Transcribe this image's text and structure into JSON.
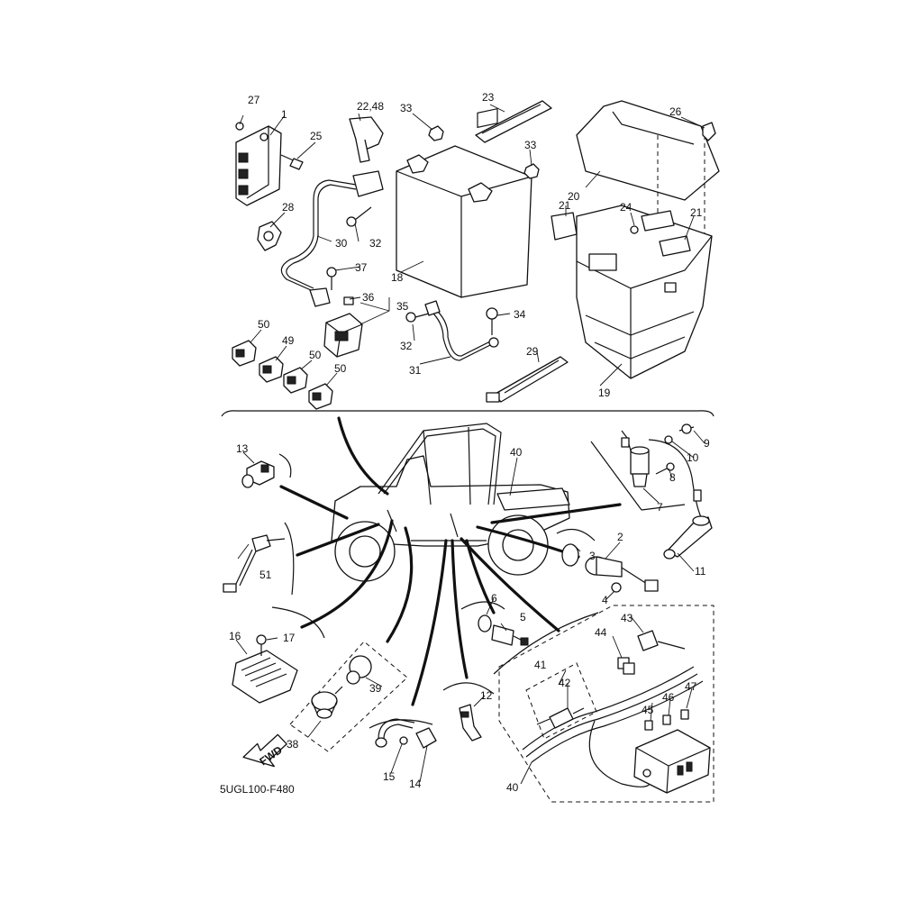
{
  "diagram_code": "5UGL100-F480",
  "fwd_label": "FWD",
  "callouts": {
    "c1": "1",
    "c2": "2",
    "c3": "3",
    "c4": "4",
    "c5": "5",
    "c6": "6",
    "c7": "7",
    "c8": "8",
    "c9": "9",
    "c10": "10",
    "c11": "11",
    "c12": "12",
    "c13": "13",
    "c14": "14",
    "c15": "15",
    "c16": "16",
    "c17": "17",
    "c18": "18",
    "c19": "19",
    "c20": "20",
    "c21a": "21",
    "c21b": "21",
    "c22_48": "22,48",
    "c23": "23",
    "c24": "24",
    "c25": "25",
    "c26": "26",
    "c27": "27",
    "c28": "28",
    "c29": "29",
    "c30": "30",
    "c31": "31",
    "c32a": "32",
    "c32b": "32",
    "c33a": "33",
    "c33b": "33",
    "c34": "34",
    "c35": "35",
    "c36": "36",
    "c37": "37",
    "c38": "38",
    "c39": "39",
    "c40a": "40",
    "c40b": "40",
    "c41": "41",
    "c42": "42",
    "c43": "43",
    "c44": "44",
    "c45": "45",
    "c46": "46",
    "c47": "47",
    "c49": "49",
    "c50a": "50",
    "c50b": "50",
    "c50c": "50",
    "c51": "51"
  }
}
